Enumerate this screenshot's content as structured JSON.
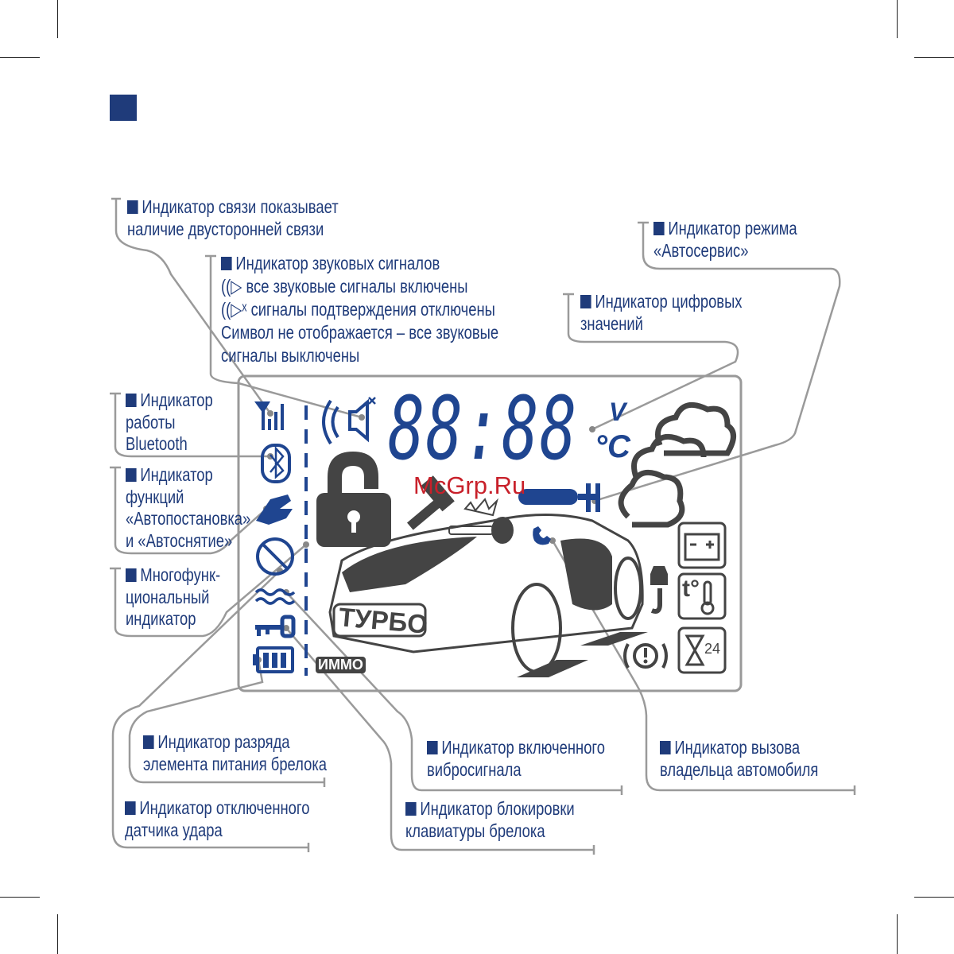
{
  "accent_color": "#1f3b7a",
  "icon_color_active": "#1f4590",
  "icon_color_gray": "#4a4a4a",
  "watermark": "McGrp.Ru",
  "lcd": {
    "digits": "88:88",
    "unit_v": "V",
    "unit_c": "°C",
    "turbo": "ТУРБО",
    "immo": "ИММО",
    "timer_24": "24",
    "temp_t": "t°",
    "icons": [
      "signal-icon",
      "speaker-icon",
      "bluetooth-icon",
      "hand-icon",
      "no-shock-icon",
      "vibration-icon",
      "key-icon",
      "battery-icon",
      "lock-icon",
      "hammer-icon",
      "screwdriver-icon",
      "smoke-icon",
      "car-icon",
      "phone-icon",
      "car-battery-icon",
      "hook-icon",
      "thermometer-icon",
      "hourglass-icon",
      "alert-icon"
    ]
  },
  "labels": {
    "link": [
      "Индикатор связи показывает",
      "наличие двусторонней связи"
    ],
    "sound": {
      "title": "Индикатор звуковых сигналов",
      "all_on": "все звуковые сигналы включены",
      "confirm_off": "сигналы подтверждения отключены",
      "note1": "Символ не отображается – все звуковые",
      "note2": "сигналы выключены"
    },
    "autoservice": [
      "Индикатор режима",
      "«Автосервис»"
    ],
    "digital": [
      "Индикатор цифровых",
      "значений"
    ],
    "bluetooth": [
      "Индикатор",
      "работы",
      "Bluetooth"
    ],
    "auto": [
      "Индикатор",
      "функций",
      "«Автопостановка»",
      "и «Автоснятие»"
    ],
    "multi": [
      "Многофунк-",
      "циональный",
      "индикатор"
    ],
    "battery": [
      "Индикатор разряда",
      "элемента питания брелока"
    ],
    "shock": [
      "Индикатор отключенного",
      "датчика удара"
    ],
    "vibro": [
      "Индикатор включенного",
      "вибросигнала"
    ],
    "keylock": [
      "Индикатор блокировки",
      "клавиатуры брелока"
    ],
    "call": [
      "Индикатор вызова",
      "владельца автомобиля"
    ]
  }
}
